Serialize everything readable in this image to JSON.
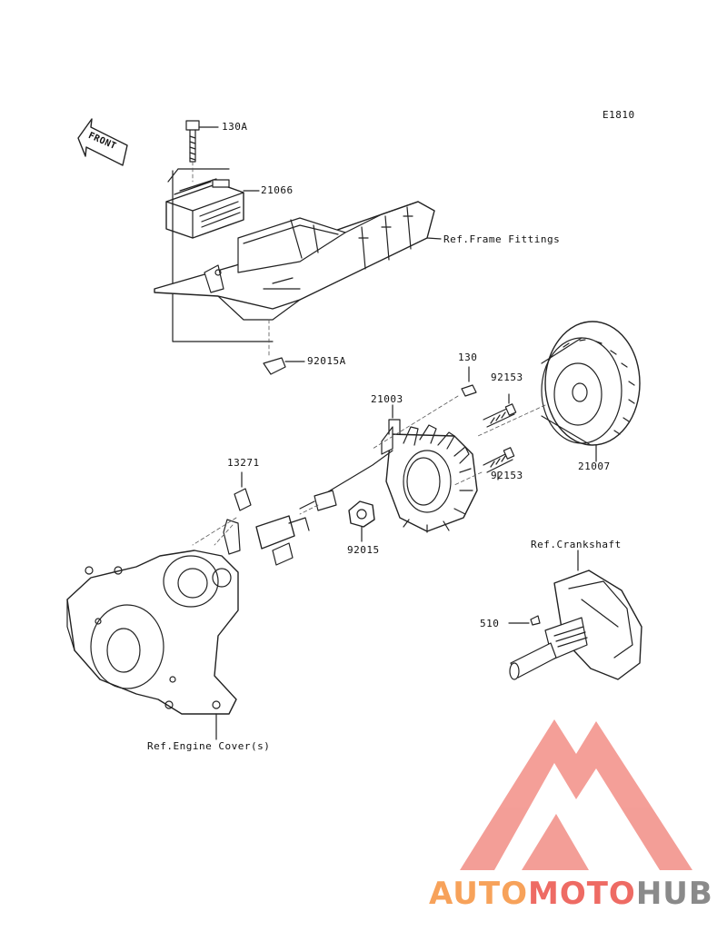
{
  "diagram_code": "E1810",
  "front_label": "FRONT",
  "parts": {
    "p130A": "130A",
    "p21066": "21066",
    "ref_frame": "Ref.Frame Fittings",
    "p92015A": "92015A",
    "p130": "130",
    "p92153_top": "92153",
    "p21003": "21003",
    "p13271": "13271",
    "p21007": "21007",
    "p92153_bottom": "92153",
    "p92015": "92015",
    "ref_crank": "Ref.Crankshaft",
    "p510": "510",
    "ref_cover": "Ref.Engine Cover(s)"
  },
  "watermark": {
    "auto": "AUTO",
    "moto": "MOTO",
    "hub": "HUB",
    "color_auto": "#f7a25a",
    "color_moto": "#ee6b64",
    "color_hub": "#8a8a8a",
    "color_logo": "#f28e86"
  }
}
